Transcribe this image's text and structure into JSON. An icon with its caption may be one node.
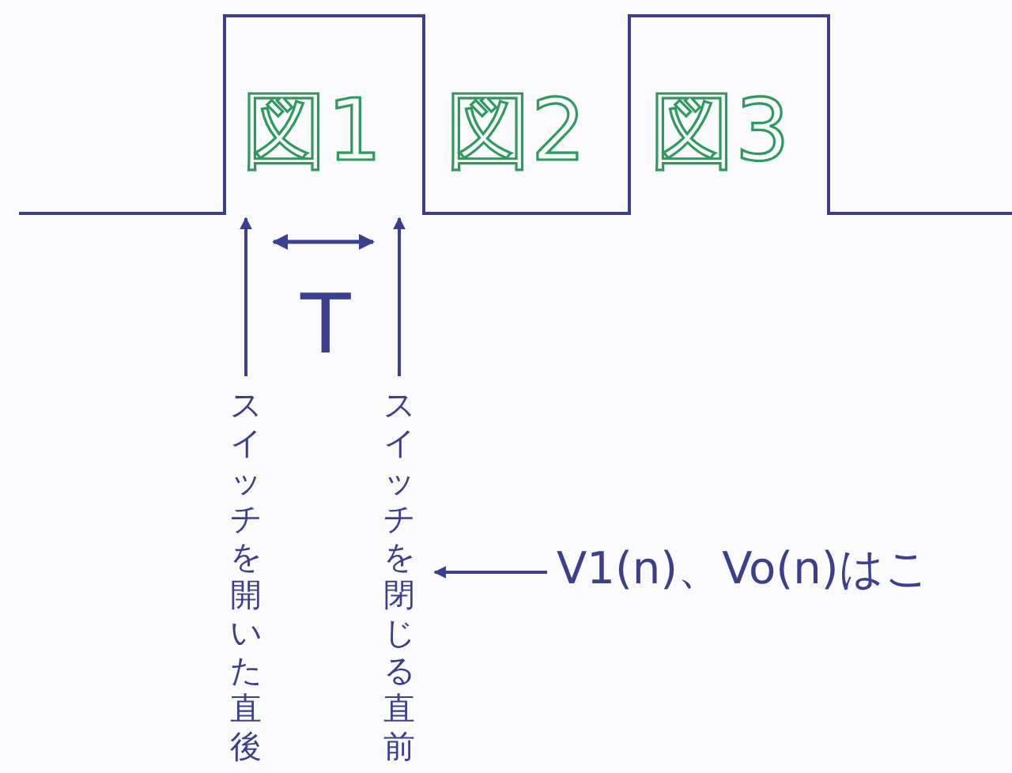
{
  "diagram": {
    "nodes": [
      {
        "text": [
          "スイッチを開いた直後"
        ]
      },
      {
        "text": [
          "スイッチを閉じる直前"
        ]
      },
      {
        "text": [
          "V1(n)、Vo(n)はこ"
        ]
      }
    ],
    "edges": [
      {
        "from": 0,
        "to": null,
        "arrow": "to"
      },
      {
        "from": 1,
        "to": null,
        "arrow": "to"
      },
      {
        "from": 2,
        "to": 1,
        "arrow": "to"
      }
    ],
    "labels": [
      "図1",
      "図2",
      "図3",
      "T"
    ]
  }
}
